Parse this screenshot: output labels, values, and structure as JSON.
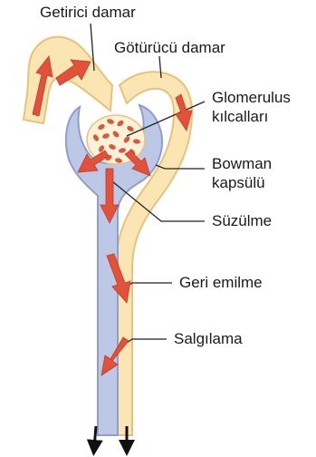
{
  "labels": {
    "afferent": "Getirici damar",
    "efferent": "Götürücü damar",
    "glomerulus_1": "Glomerulus",
    "glomerulus_2": "kılcalları",
    "bowman_1": "Bowman",
    "bowman_2": "kapsülü",
    "filtration": "Süzülme",
    "reabsorption": "Geri emilme",
    "secretion": "Salgılama"
  },
  "colors": {
    "vessel_fill": "#fbe6b3",
    "vessel_edge": "#e8c27a",
    "capsule_fill": "#bcc8e6",
    "capsule_edge": "#8e9fcc",
    "glomerulus_fill": "#fdf1d8",
    "capillary_dot": "#d9573c",
    "arrow": "#e2513a",
    "leader_line": "#222222",
    "outflow_arrow": "#111111"
  }
}
